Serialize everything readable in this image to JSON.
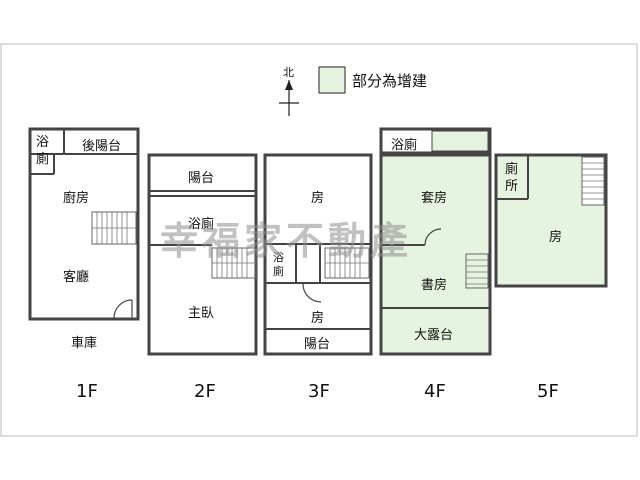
{
  "legend": {
    "north_label": "北",
    "swatch_color": "#e6f3e0",
    "text": "部分為增建"
  },
  "colors": {
    "wall": "#444444",
    "addition": "#e6f3e0",
    "frame": "#bbbbbb"
  },
  "watermark": "幸福家不動產",
  "floors": {
    "f1": {
      "label": "1F",
      "rooms": {
        "bath": "浴廁",
        "back_balcony": "後陽台",
        "kitchen": "廚房",
        "living": "客廳",
        "garage": "車庫"
      }
    },
    "f2": {
      "label": "2F",
      "rooms": {
        "balcony": "陽台",
        "bath": "浴廁",
        "master": "主臥"
      }
    },
    "f3": {
      "label": "3F",
      "rooms": {
        "room_top": "房",
        "bath": "浴廁",
        "room_bottom": "房",
        "balcony": "陽台"
      }
    },
    "f4": {
      "label": "4F",
      "rooms": {
        "bath": "浴廁",
        "suite": "套房",
        "study": "書房",
        "terrace": "大露台"
      }
    },
    "f5": {
      "label": "5F",
      "rooms": {
        "toilet": "廁所",
        "room": "房"
      }
    }
  }
}
